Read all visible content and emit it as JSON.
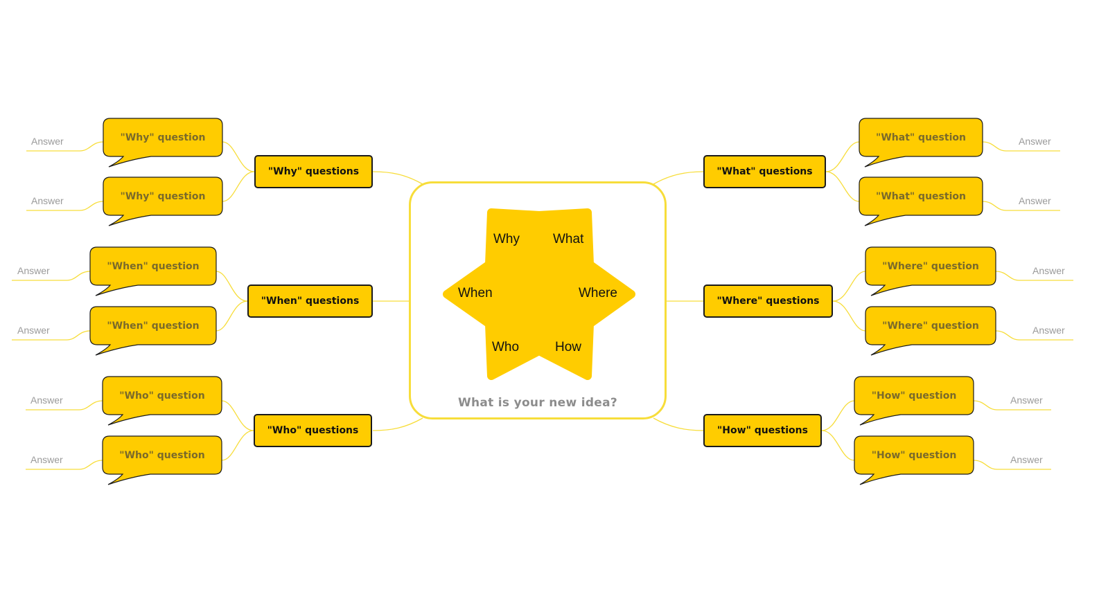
{
  "colors": {
    "node_fill": "#ffcc00",
    "node_border": "#1a1a1a",
    "connector": "#f7dd3a",
    "central_border": "#f7dd3a",
    "central_title": "#8c8c8c",
    "bubble_text": "#7a6a2a",
    "answer_text": "#9a9a9a"
  },
  "central": {
    "title": "What is your new idea?",
    "star_labels": {
      "why": "Why",
      "what": "What",
      "when": "When",
      "where": "Where",
      "who": "Who",
      "how": "How"
    }
  },
  "branches": {
    "why": {
      "label": "\"Why\" questions",
      "questions": [
        {
          "text": "\"Why\" question",
          "answer": "Answer"
        },
        {
          "text": "\"Why\" question",
          "answer": "Answer"
        }
      ]
    },
    "when": {
      "label": "\"When\" questions",
      "questions": [
        {
          "text": "\"When\" question",
          "answer": "Answer"
        },
        {
          "text": "\"When\" question",
          "answer": "Answer"
        }
      ]
    },
    "who": {
      "label": "\"Who\" questions",
      "questions": [
        {
          "text": "\"Who\" question",
          "answer": "Answer"
        },
        {
          "text": "\"Who\" question",
          "answer": "Answer"
        }
      ]
    },
    "what": {
      "label": "\"What\" questions",
      "questions": [
        {
          "text": "\"What\" question",
          "answer": "Answer"
        },
        {
          "text": "\"What\" question",
          "answer": "Answer"
        }
      ]
    },
    "where": {
      "label": "\"Where\" questions",
      "questions": [
        {
          "text": "\"Where\" question",
          "answer": "Answer"
        },
        {
          "text": "\"Where\" question",
          "answer": "Answer"
        }
      ]
    },
    "how": {
      "label": "\"How\" questions",
      "questions": [
        {
          "text": "\"How\" question",
          "answer": "Answer"
        },
        {
          "text": "\"How\" question",
          "answer": "Answer"
        }
      ]
    }
  }
}
